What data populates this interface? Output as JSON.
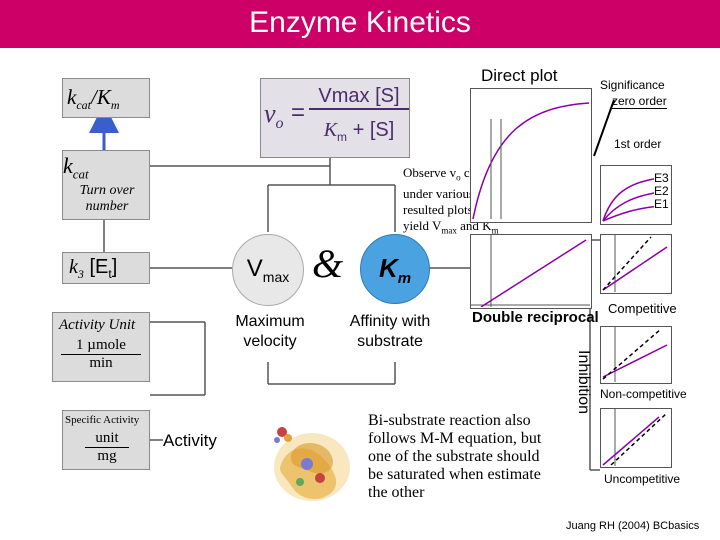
{
  "title": "Enzyme Kinetics",
  "left": {
    "kcat_km": {
      "k": "k",
      "cat": "cat",
      "slash": "/",
      "K": "K",
      "m": "m"
    },
    "kcat_box": {
      "k": "k",
      "cat": "cat",
      "caption": "Turn over number"
    },
    "k3": {
      "k": "k",
      "sub3": "3",
      "E": "[E",
      "t": "t",
      "close": "]"
    },
    "activity_unit": "Activity Unit",
    "unit_fraction": {
      "num": "1 µmole",
      "den": "min"
    },
    "specific_activity": "Specific Activity",
    "specific_fraction": {
      "num": "unit",
      "den": "mg"
    },
    "activity_label": "Activity"
  },
  "equation": {
    "v": "v",
    "o": "o",
    "eq": "=",
    "Vmax": "Vmax",
    "S1": "[S]",
    "K": "K",
    "m": "m",
    "plus": "+",
    "S2": "[S]"
  },
  "center": {
    "vmax_V": "V",
    "vmax_max": "max",
    "ampersand": "&",
    "km_K": "K",
    "km_m": "m",
    "max_velocity": "Maximum velocity",
    "affinity": "Affinity with substrate",
    "observe": [
      "Observe v",
      "o",
      " change",
      "under various [S],",
      "resulted plots",
      "yield V",
      "max",
      " and K",
      "m"
    ],
    "bisubstrate": [
      "Bi-substrate reaction also",
      "follows M-M equation, but",
      "one of the substrate should",
      "be saturated when estimate",
      "the other"
    ]
  },
  "right": {
    "direct_plot": "Direct plot",
    "significance": "Significance",
    "zero_order": "zero order",
    "first_order": "1st order",
    "e_labels": [
      "E3",
      "E2",
      "E1"
    ],
    "double_reciprocal": "Double reciprocal",
    "inhibition": "Inhibition",
    "competitive": "Competitive",
    "non_competitive": "Non-competitive",
    "uncompetitive": "Uncompetitive",
    "credit": "Juang RH (2004) BCbasics"
  },
  "colors": {
    "title_bg": "#cc0066",
    "curve": "#8a00a8",
    "box": "#dcdcdc",
    "blue": "#4aa3e0"
  }
}
